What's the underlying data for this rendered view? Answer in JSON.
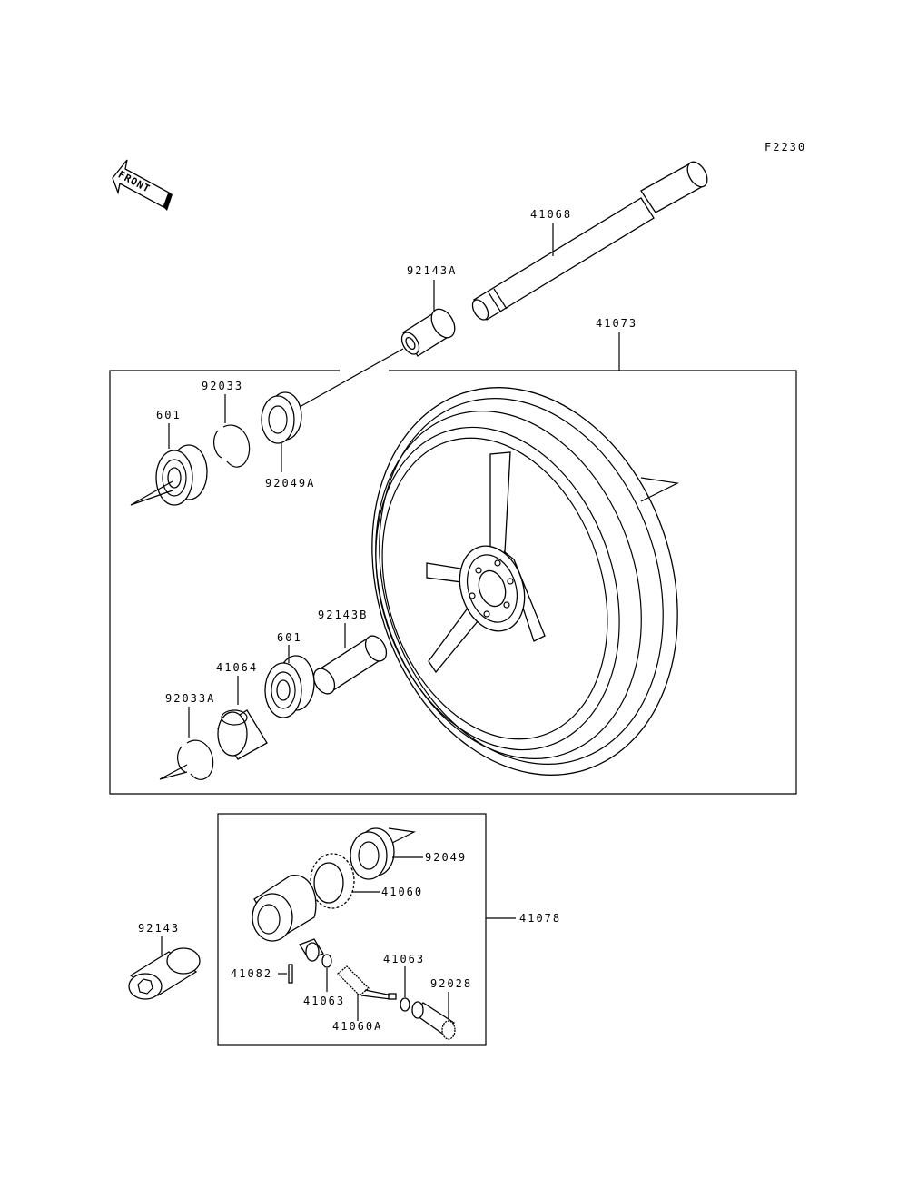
{
  "figure_code": "F2230",
  "front_label": "FRONT",
  "parts": {
    "axle": "41068",
    "collar_a": "92143A",
    "wheel_assy": "41073",
    "circlip_left": "92033",
    "bearing_left": "601",
    "seal_left": "92049A",
    "collar_b": "92143B",
    "bearing_right": "601",
    "meter_ring": "41064",
    "circlip_right": "92033A",
    "seal_gear": "92049",
    "gear": "41060",
    "gear_assy": "41078",
    "collar": "92143",
    "pin": "41082",
    "washer_a": "41063",
    "washer_b": "41063",
    "pinion": "41060A",
    "bushing": "92028"
  }
}
